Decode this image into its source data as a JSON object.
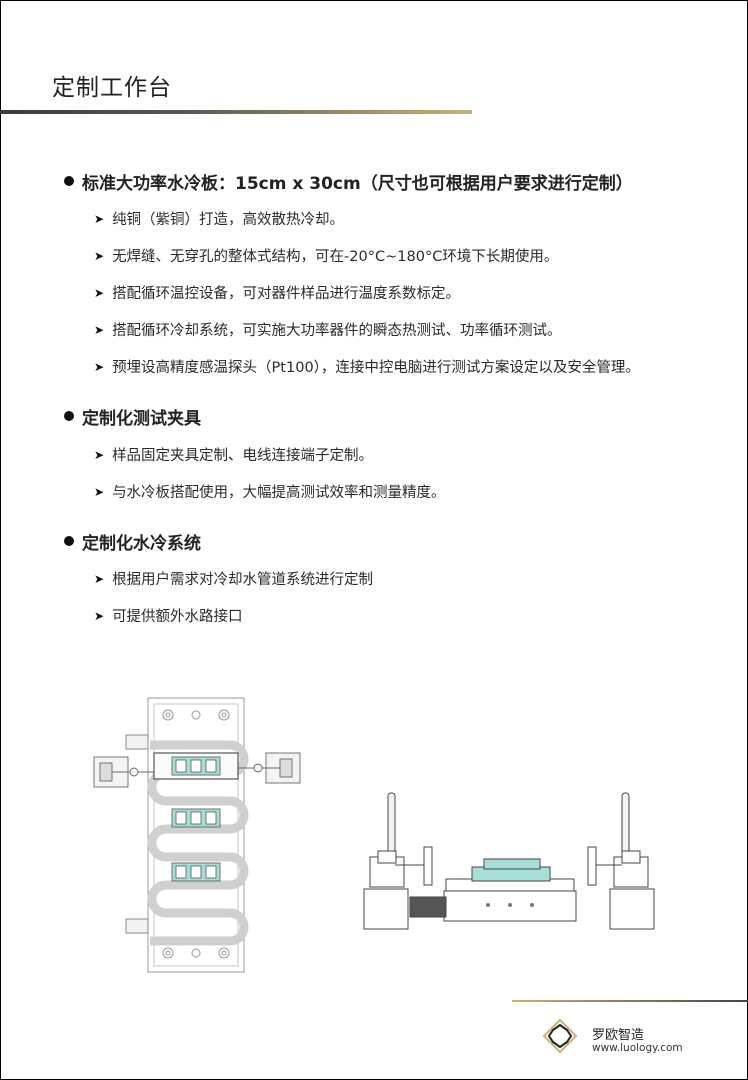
{
  "header": {
    "title": "定制工作台"
  },
  "sections": [
    {
      "heading": "标准大功率水冷板：15cm x 30cm（尺寸也可根据用户要求进行定制）",
      "items": [
        "纯铜（紫铜）打造，高效散热冷却。",
        "无焊缝、无穿孔的整体式结构，可在-20°C~180°C环境下长期使用。",
        "搭配循环温控设备，可对器件样品进行温度系数标定。",
        "搭配循环冷却系统，可实施大功率器件的瞬态热测试、功率循环测试。",
        "预埋设高精度感温探头（Pt100），连接中控电脑进行测试方案设定以及安全管理。"
      ]
    },
    {
      "heading": "定制化测试夹具",
      "items": [
        "样品固定夹具定制、电线连接端子定制。",
        "与水冷板搭配使用，大幅提高测试效率和测量精度。"
      ]
    },
    {
      "heading": "定制化水冷系统",
      "items": [
        "根据用户需求对冷却水管道系统进行定制",
        "可提供额外水路接口"
      ]
    }
  ],
  "footer": {
    "brand": "罗欧智造",
    "url": "www.luology.com"
  },
  "colors": {
    "accent_gold": "#c9b27a",
    "module_cyan": "#a8ded8"
  },
  "icons": {
    "bullet": "filled-circle",
    "sub_bullet": "arrowhead-right"
  }
}
